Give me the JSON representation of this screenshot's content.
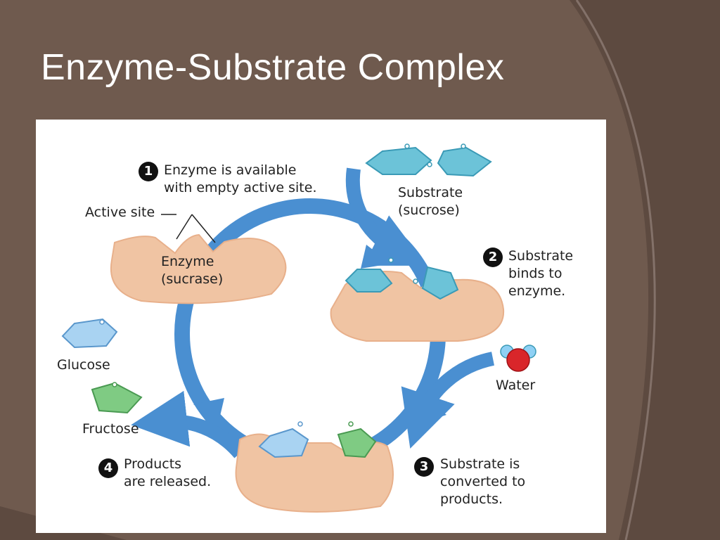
{
  "slide": {
    "title": "Enzyme-Substrate Complex"
  },
  "colors": {
    "background": "#6f5a4e",
    "enzyme": "#f0c4a3",
    "arrow": "#4a8fd1",
    "sucrose": "#6cc3d8",
    "glucose": "#a9d3f2",
    "fructose": "#7fcb83",
    "water_oxygen": "#d9262a"
  },
  "diagram": {
    "steps": [
      {
        "number": "1",
        "text": "Enzyme is available\nwith empty active site."
      },
      {
        "number": "2",
        "text": "Substrate\nbinds to\nenzyme."
      },
      {
        "number": "3",
        "text": "Substrate is\nconverted to\nproducts."
      },
      {
        "number": "4",
        "text": "Products\nare released."
      }
    ],
    "labels": {
      "active_site": "Active site",
      "enzyme": "Enzyme\n(sucrase)",
      "substrate": "Substrate\n(sucrose)",
      "water": "Water",
      "glucose": "Glucose",
      "fructose": "Fructose"
    }
  }
}
